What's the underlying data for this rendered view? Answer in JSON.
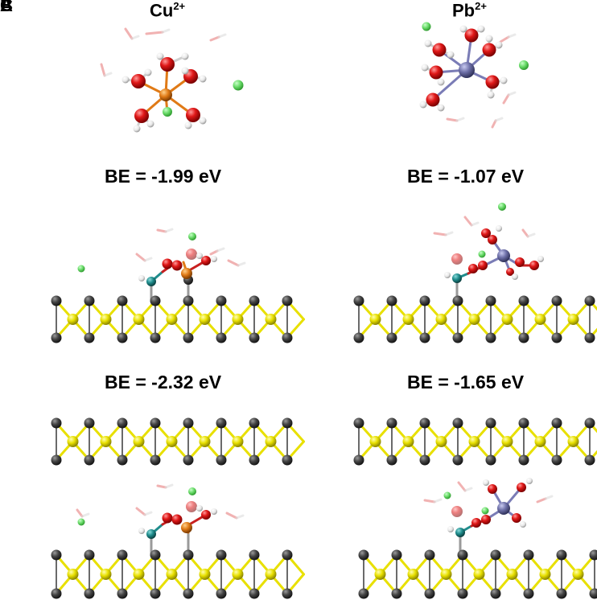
{
  "panel_labels": [
    "A",
    "B",
    "C"
  ],
  "ions": [
    {
      "symbol": "Cu",
      "charge": "2+",
      "color": "#e07a16"
    },
    {
      "symbol": "Pb",
      "charge": "2+",
      "color": "#6e70a8"
    }
  ],
  "binding_energies": {
    "row1_left": "BE = -1.99 eV",
    "row1_right": "BE = -1.07 eV",
    "row2_left": "BE = -2.32 eV",
    "row2_right": "BE = -1.65 eV"
  },
  "atom_colors": {
    "oxygen": "#d41414",
    "hydrogen": "#f0f0f0",
    "chloride": "#6fdc6f",
    "carbon_layer": "#3c3c3c",
    "sulfur_layer": "#e8e000",
    "nitrogen": "#1f8c8c"
  }
}
